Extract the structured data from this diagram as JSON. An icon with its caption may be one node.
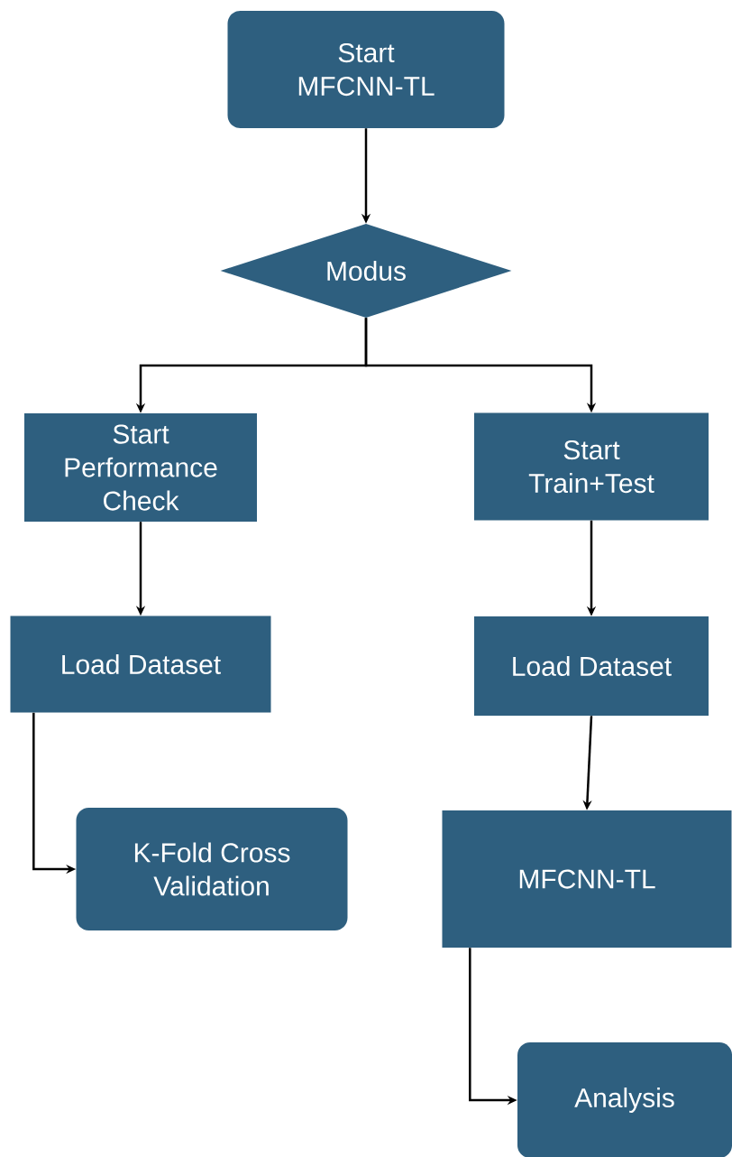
{
  "diagram": {
    "nodes": [
      {
        "text": [
          "Start MFCNN-TL"
        ]
      },
      {
        "text": [
          "Modus"
        ]
      },
      {
        "text": [
          "Start Performance Check"
        ]
      },
      {
        "text": [
          "Start Train+Test"
        ]
      },
      {
        "text": [
          "Load Dataset"
        ]
      },
      {
        "text": [
          "Load Dataset"
        ]
      },
      {
        "text": [
          "K-Fold Cross Validation"
        ]
      },
      {
        "text": [
          "MFCNN-TL"
        ]
      },
      {
        "text": [
          "Analysis"
        ]
      }
    ],
    "edges": [
      {
        "from": 0,
        "to": 1,
        "arrow": "to"
      },
      {
        "from": 1,
        "to": 2,
        "arrow": "to"
      },
      {
        "from": 1,
        "to": 3,
        "arrow": "to"
      },
      {
        "from": 2,
        "to": 4,
        "arrow": "to"
      },
      {
        "from": 3,
        "to": 5,
        "arrow": "to"
      },
      {
        "from": 4,
        "to": 6,
        "arrow": "to"
      },
      {
        "from": 5,
        "to": 7,
        "arrow": "to"
      },
      {
        "from": 7,
        "to": 8,
        "arrow": "to"
      }
    ]
  }
}
